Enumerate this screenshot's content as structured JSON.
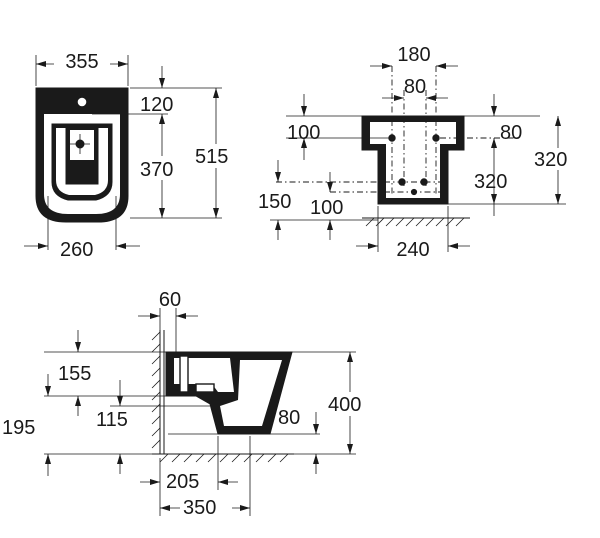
{
  "views": {
    "top": {
      "width_overall": "355",
      "depth_overall": "515",
      "tap_hole": "120",
      "bowl": "370",
      "fixing_centres": "260"
    },
    "front": {
      "width_top": "180",
      "fixing_spacing": "80",
      "top_offset": "100",
      "side_offset": "80",
      "height_right": "320",
      "height_inner": "320",
      "floor_left": "150",
      "floor_mid": "100",
      "base_width": "240"
    },
    "side": {
      "wall_thickness": "60",
      "inlet_height": "155",
      "outlet_height": "195",
      "waste_height": "115",
      "foot_height": "80",
      "total_height": "400",
      "waste_distance": "205",
      "projection": "350"
    }
  }
}
